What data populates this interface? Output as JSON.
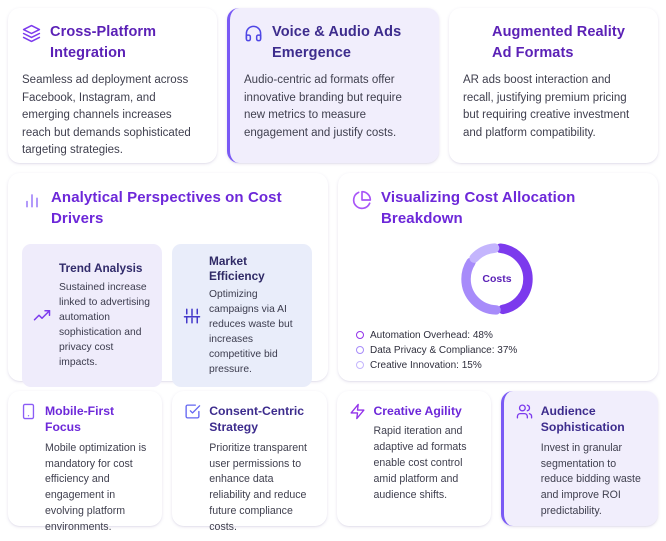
{
  "top_cards": [
    {
      "icon": "layers-icon",
      "title": "Cross-Platform Integration",
      "body": "Seamless ad deployment across Facebook, Instagram, and emerging channels increases reach but demands sophisticated targeting strategies.",
      "highlight": false
    },
    {
      "icon": "headphones-icon",
      "title": "Voice & Audio Ads Emergence",
      "body": "Audio-centric ad formats offer innovative branding but require new metrics to measure engagement and justify costs.",
      "highlight": true
    },
    {
      "icon": "none",
      "title": "Augmented Reality Ad Formats",
      "body": "AR ads boost interaction and recall, justifying premium pricing but requiring creative investment and platform compatibility.",
      "highlight": false
    }
  ],
  "analytics_panel": {
    "icon": "bar-chart-icon",
    "title": "Analytical Perspectives on Cost Drivers",
    "subcards": [
      {
        "icon": "trending-up-icon",
        "title": "Trend Analysis",
        "body": "Sustained increase linked to advertising automation sophistication and privacy cost impacts."
      },
      {
        "icon": "sliders-icon",
        "title": "Market Efficiency",
        "body": "Optimizing campaigns via AI reduces waste but increases competitive bid pressure."
      }
    ]
  },
  "chart_panel": {
    "icon": "pie-chart-icon",
    "title": "Visualizing Cost Allocation Breakdown",
    "center_label": "Costs"
  },
  "chart_data": {
    "type": "pie",
    "title": "Visualizing Cost Allocation Breakdown",
    "center_label": "Costs",
    "categories": [
      "Automation Overhead",
      "Data Privacy & Compliance",
      "Creative Innovation"
    ],
    "values": [
      48,
      37,
      15
    ],
    "unit": "%",
    "colors": [
      "#7c3aed",
      "#a78bfa",
      "#c4b5fd"
    ],
    "legend_position": "bottom-left",
    "legend_labels": [
      "Automation Overhead: 48%",
      "Data Privacy & Compliance: 37%",
      "Creative Innovation: 15%"
    ],
    "donut": true,
    "grid": false
  },
  "bottom_cards": [
    {
      "icon": "smartphone-icon",
      "title": "Mobile-First Focus",
      "body": "Mobile optimization is mandatory for cost efficiency and engagement in evolving platform environments.",
      "highlight": false
    },
    {
      "icon": "check-square-icon",
      "title": "Consent-Centric Strategy",
      "body": "Prioritize transparent user permissions to enhance data reliability and reduce future compliance costs.",
      "highlight": false
    },
    {
      "icon": "zap-icon",
      "title": "Creative Agility",
      "body": "Rapid iteration and adaptive ad formats enable cost control amid platform and audience shifts.",
      "highlight": false
    },
    {
      "icon": "users-icon",
      "title": "Audience Sophistication",
      "body": "Invest in granular segmentation to reduce bidding waste and improve ROI predictability.",
      "highlight": true
    }
  ],
  "theme": {
    "accent": "#7c3aed",
    "accent_dark": "#5b21b6",
    "indigo": "#3d2c8d",
    "card_highlight_bg": "#f1eefc",
    "page_bg": "#ffffff"
  }
}
